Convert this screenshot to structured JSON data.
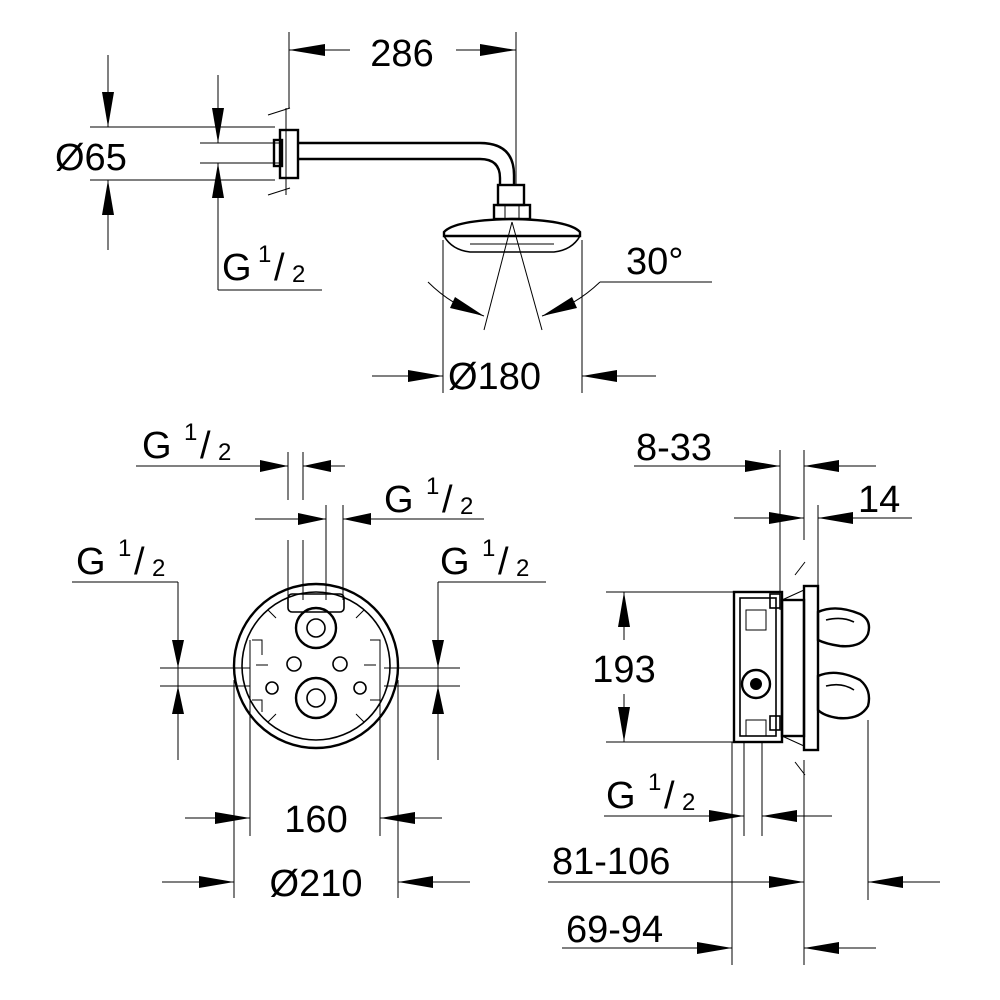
{
  "diagram": {
    "shower_head": {
      "arm_length": "286",
      "flange_diameter": "Ø65",
      "thread_g": "G",
      "thread_frac_num": "1",
      "thread_frac_den": "2",
      "spray_angle": "30°",
      "head_diameter": "Ø180"
    },
    "valve_front": {
      "g_top_left_g": "G",
      "g_top_left_num": "1",
      "g_top_left_den": "2",
      "g_top_mid_g": "G",
      "g_top_mid_num": "1",
      "g_top_mid_den": "2",
      "g_left_g": "G",
      "g_left_num": "1",
      "g_left_den": "2",
      "g_right_g": "G",
      "g_right_num": "1",
      "g_right_den": "2",
      "width_160": "160",
      "diameter_210": "Ø210"
    },
    "valve_side": {
      "range_8_33": "8-33",
      "depth_14": "14",
      "height_193": "193",
      "g_bottom_g": "G",
      "g_bottom_num": "1",
      "g_bottom_den": "2",
      "range_81_106": "81-106",
      "range_69_94": "69-94"
    }
  }
}
